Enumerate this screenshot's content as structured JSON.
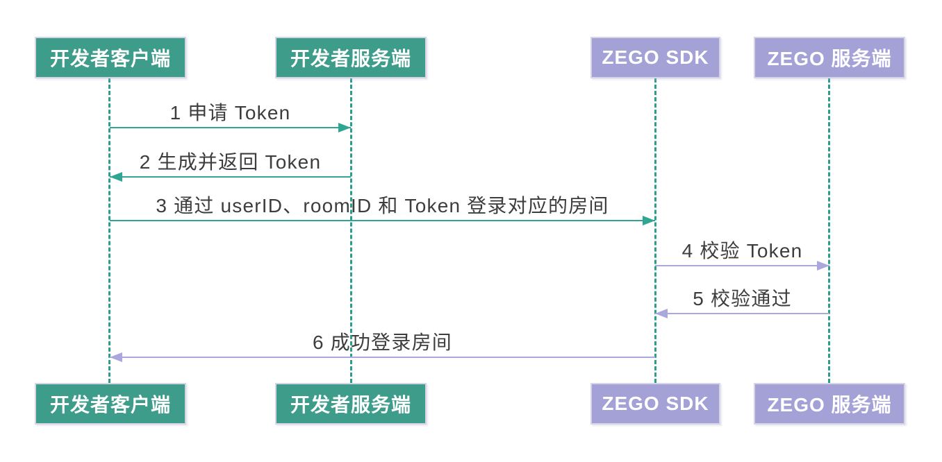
{
  "diagram": {
    "kind": "sequence-diagram",
    "subject": "ZEGO Token login flow",
    "background": "#ffffff"
  },
  "colors": {
    "developer_box_fill": "#3e9c8b",
    "zego_box_fill": "#a3a1d6",
    "box_border": "#d5d5e7",
    "actor_text": "#ffffff",
    "lifeline": "#2b9e8c",
    "developer_arrow": "#2fa593",
    "zego_arrow": "#a9a7dc",
    "message_text": "#3d3d3d"
  },
  "actors": [
    {
      "id": "developer-client",
      "label": "开发者客户端",
      "theme": "green"
    },
    {
      "id": "developer-server",
      "label": "开发者服务端",
      "theme": "green"
    },
    {
      "id": "zego-sdk",
      "label": "ZEGO SDK",
      "theme": "purple"
    },
    {
      "id": "zego-server",
      "label": "ZEGO 服务端",
      "theme": "purple"
    }
  ],
  "messages": [
    {
      "seq": "1",
      "text": "1 申请 Token",
      "from": "developer-client",
      "to": "developer-server",
      "direction": "right",
      "color": "green"
    },
    {
      "seq": "2",
      "text": "2 生成并返回 Token",
      "from": "developer-server",
      "to": "developer-client",
      "direction": "left",
      "color": "green"
    },
    {
      "seq": "3",
      "text": "3 通过 userID、roomID 和 Token 登录对应的房间",
      "from": "developer-client",
      "to": "zego-sdk",
      "direction": "right",
      "color": "green"
    },
    {
      "seq": "4",
      "text": "4 校验 Token",
      "from": "zego-sdk",
      "to": "zego-server",
      "direction": "right",
      "color": "purple"
    },
    {
      "seq": "5",
      "text": "5 校验通过",
      "from": "zego-server",
      "to": "zego-sdk",
      "direction": "left",
      "color": "purple"
    },
    {
      "seq": "6",
      "text": "6 成功登录房间",
      "from": "zego-sdk",
      "to": "developer-client",
      "direction": "left",
      "color": "purple"
    }
  ]
}
